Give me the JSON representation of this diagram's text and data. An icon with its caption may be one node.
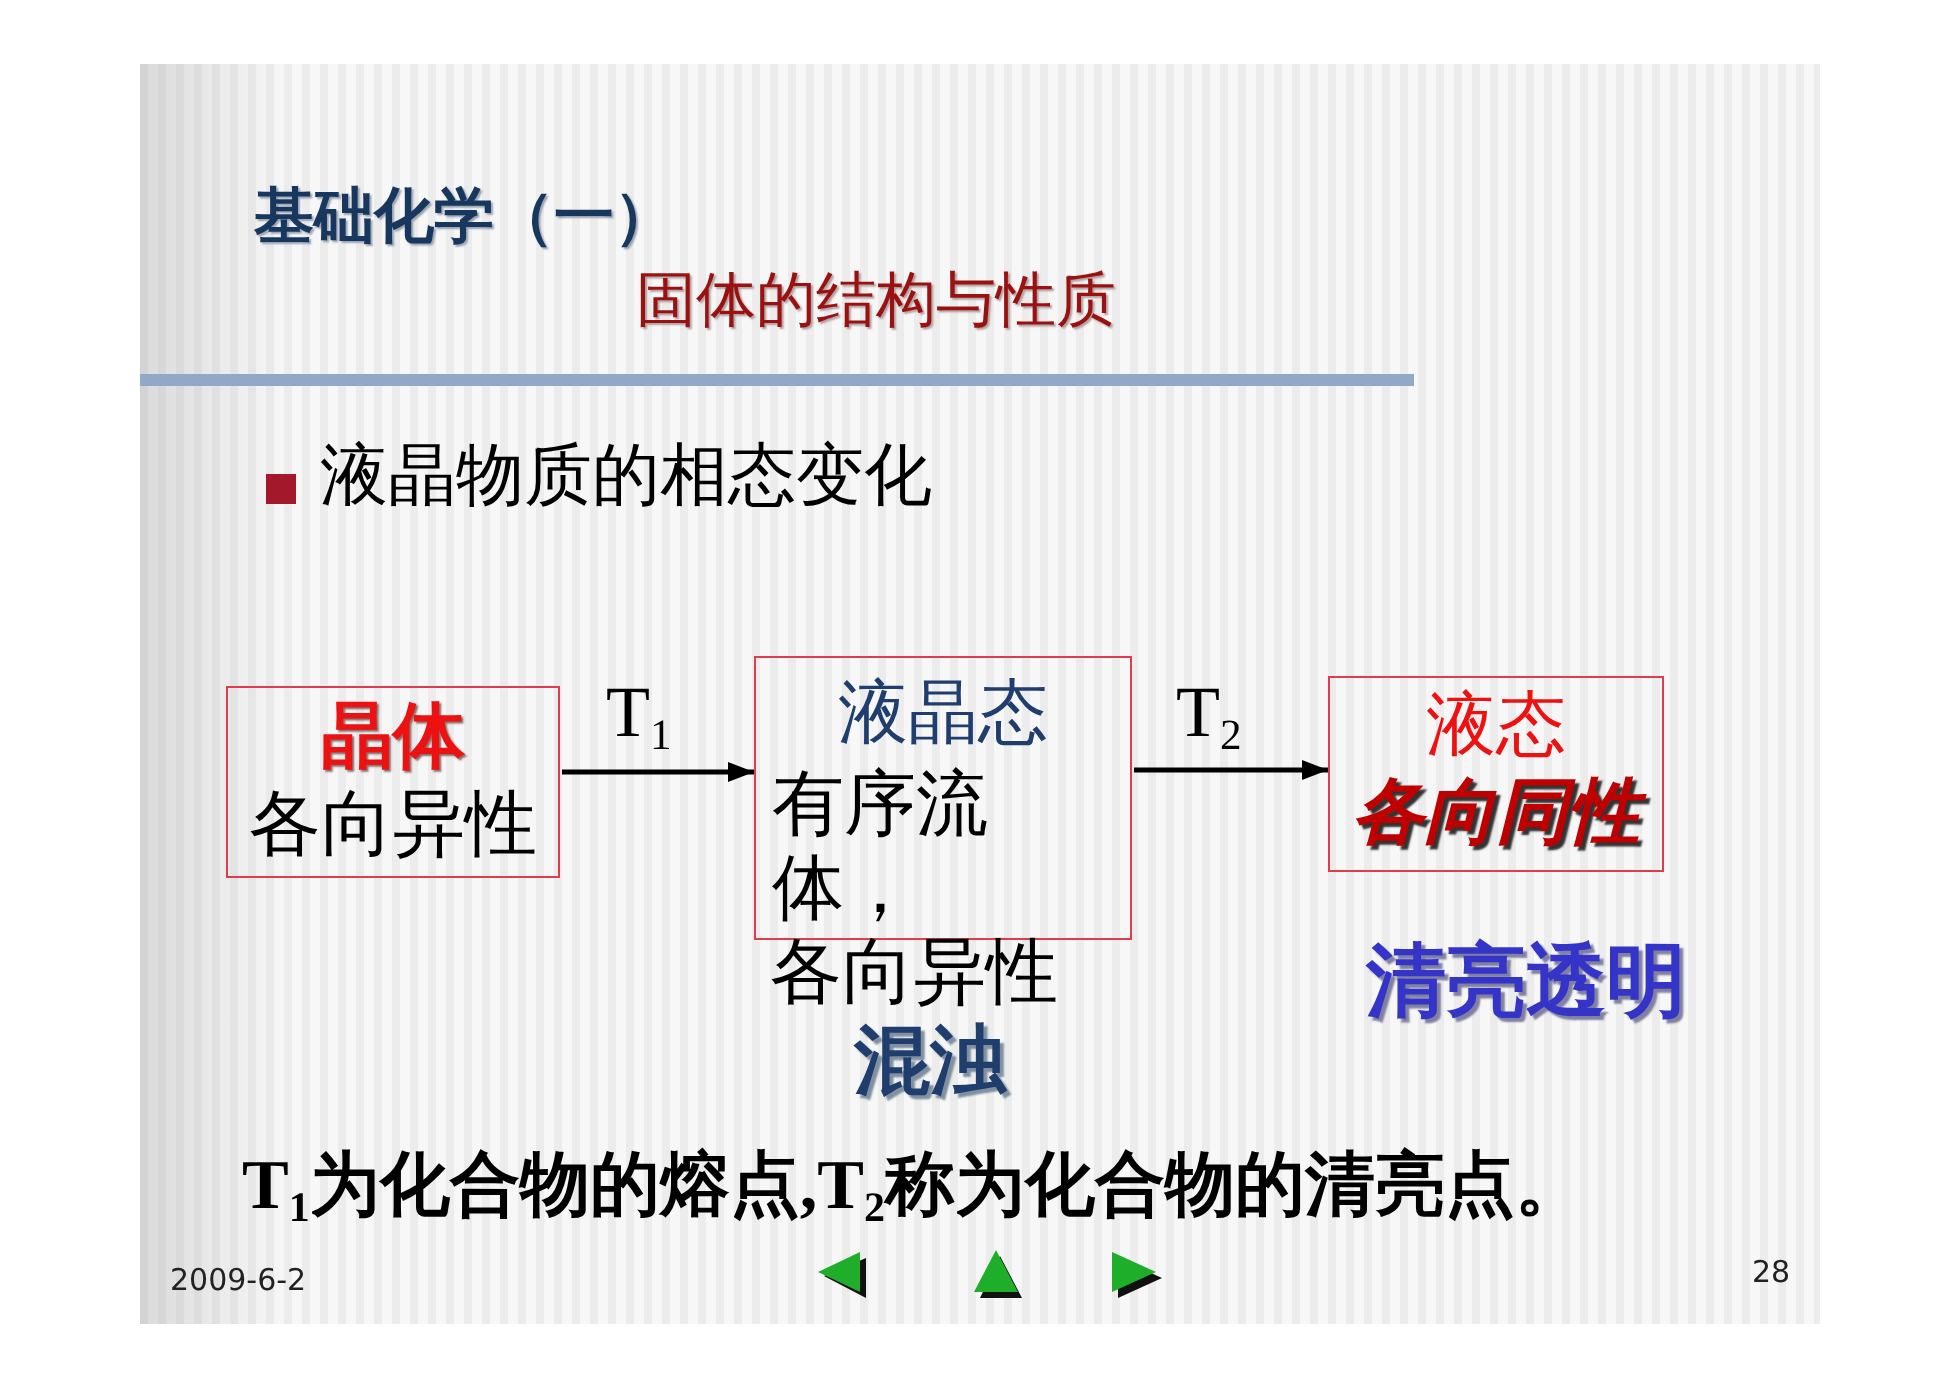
{
  "diagram": {
    "title": "基础化学（一）",
    "nodes": [
      {
        "text": [
          "晶体",
          "各向异性"
        ]
      },
      {
        "text": [
          "液晶态",
          "有序流体，",
          "各向异性"
        ],
        "beside": [
          "混浊"
        ]
      },
      {
        "text": [
          "液态",
          "各向同性"
        ],
        "beside": [
          "清亮透明"
        ]
      }
    ],
    "edges": [
      {
        "from": 0,
        "to": 1,
        "arrow": "to",
        "label": "T$_{1}$"
      },
      {
        "from": 1,
        "to": 2,
        "arrow": "to",
        "label": "T$_{2}$"
      }
    ],
    "labels": [
      "固体的结构与性质",
      "液晶物质的相态变化",
      "T$_{1}$为化合物的熔点,T$_{2}$称为化合物的清亮点。",
      "2009-6-2",
      "28"
    ]
  }
}
